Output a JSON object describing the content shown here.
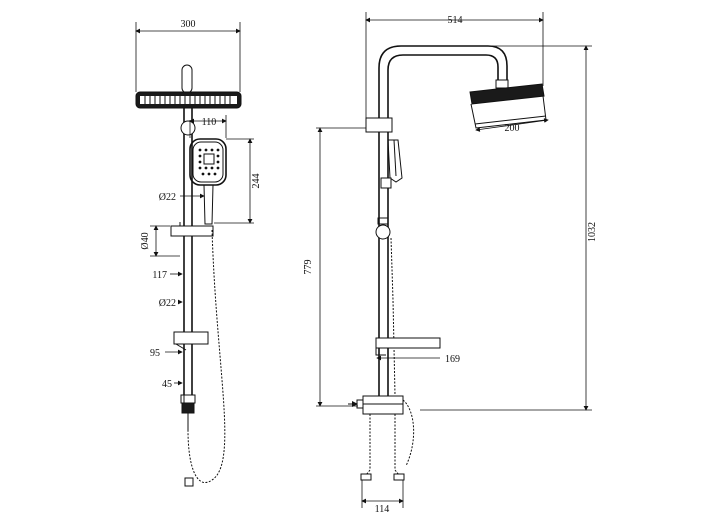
{
  "front_view": {
    "dims": {
      "head_width": "300",
      "handset_width": "110",
      "handset_height": "244",
      "handset_dia": "Ø22",
      "rail_dia": "Ø40",
      "rail_offset": "117",
      "rail_dia_lower": "Ø22",
      "soap_dish": "95",
      "elbow": "45"
    }
  },
  "side_view": {
    "dims": {
      "overall_reach": "514",
      "head_dia": "200",
      "mixer_to_top": "779",
      "total_height": "1032",
      "shelf_depth": "169",
      "mixer_centres": "114"
    }
  }
}
